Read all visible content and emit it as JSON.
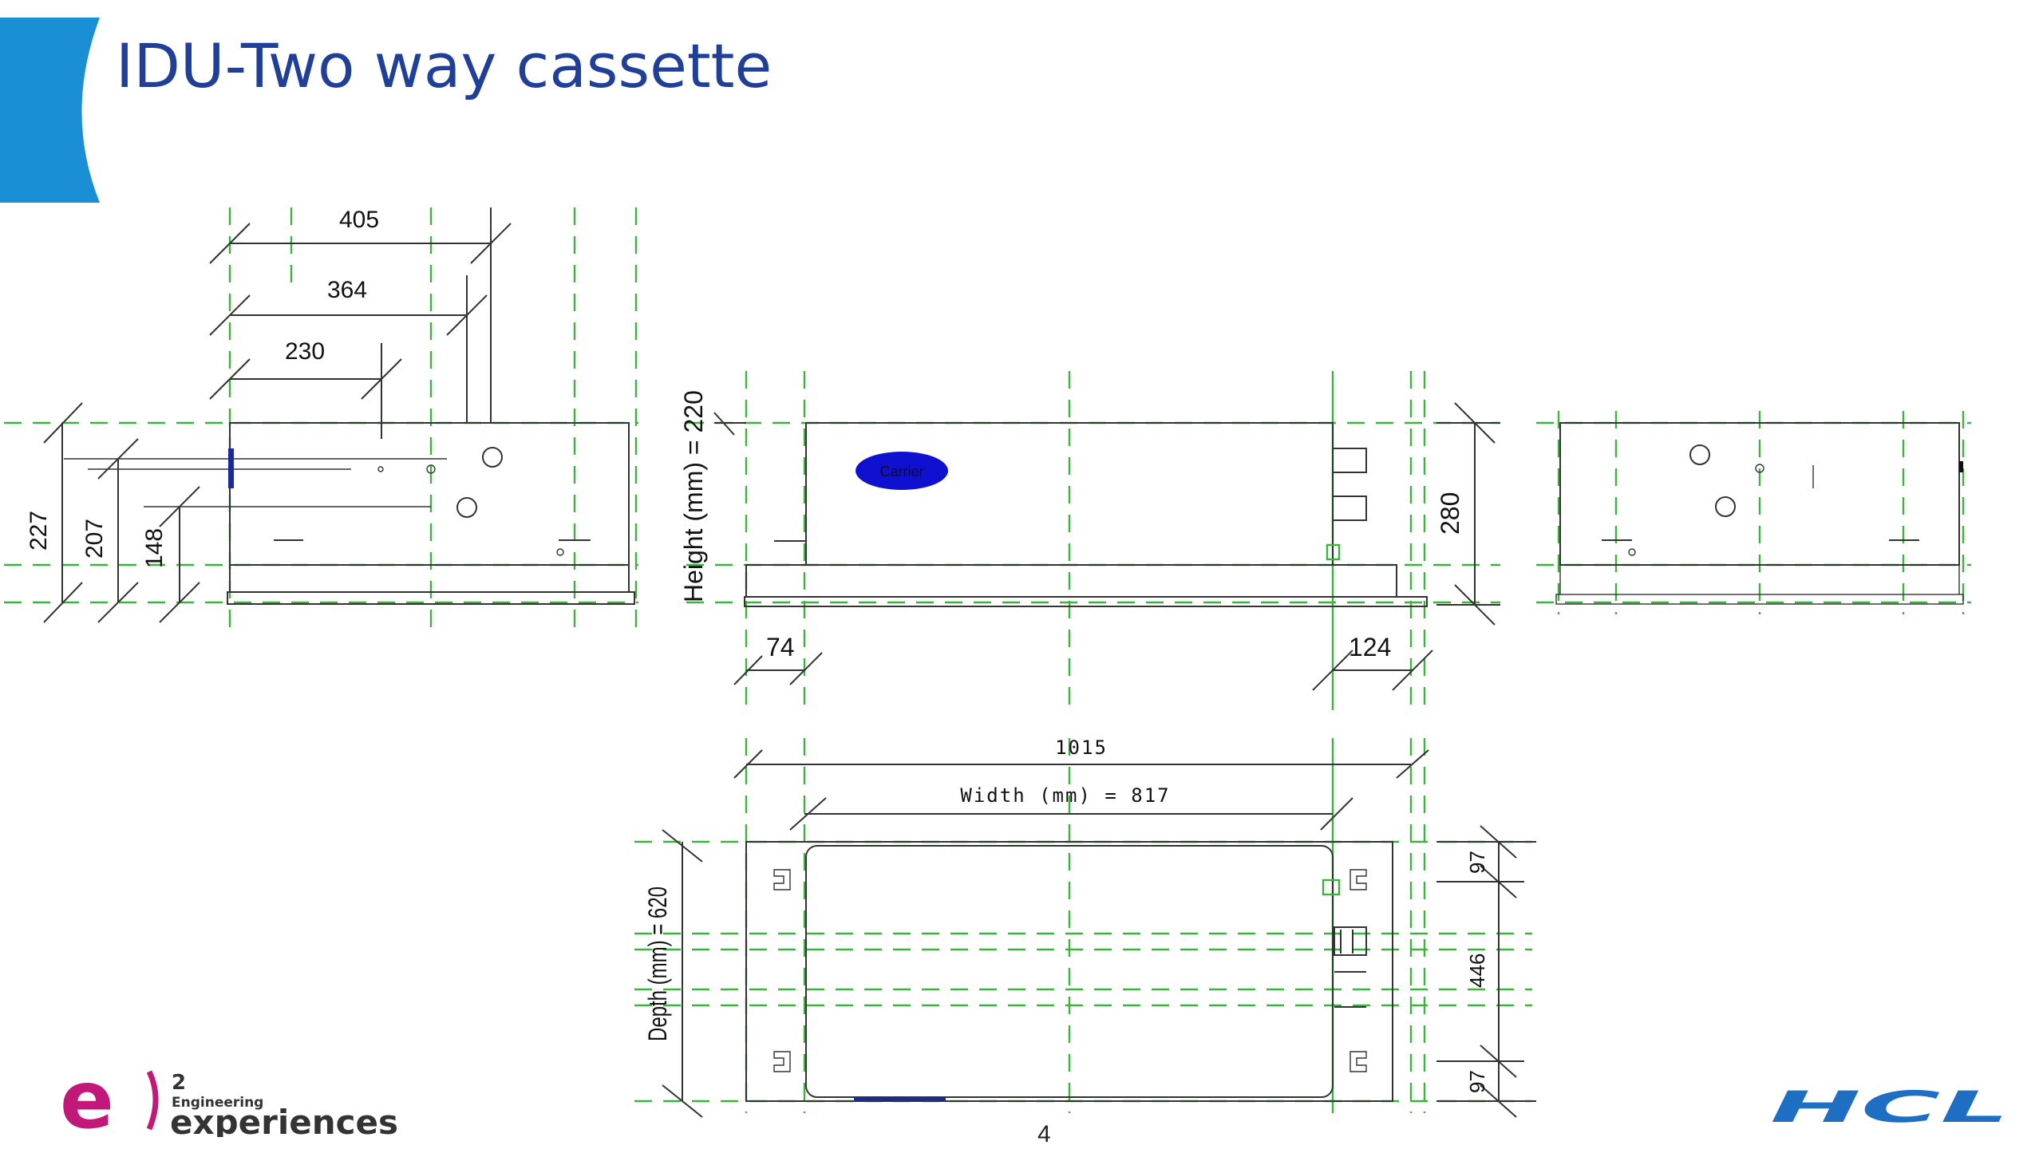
{
  "slide": {
    "title": "IDU-Two way cassette",
    "page_number": "4"
  },
  "side_view": {
    "dimensions_horizontal": [
      "405",
      "364",
      "230"
    ],
    "dimensions_vertical": [
      "227",
      "207",
      "148"
    ]
  },
  "front_view": {
    "height_label": "Height (mm) = 220",
    "right_height": "280",
    "left_offset": "74",
    "right_offset": "124",
    "brand_badge": "Carrier"
  },
  "top_view": {
    "overall_width": "1015",
    "width_label": "Width (mm) = 817",
    "depth_label": "Depth (mm) = 620",
    "right_dims": [
      "97",
      "446",
      "97"
    ]
  },
  "logos": {
    "e2_superscript": "2",
    "e2_small": "Engineering",
    "e2_word": "experiences",
    "hcl": "HCL"
  },
  "colors": {
    "title": "#1f3f99",
    "accent_tab": "#1a8fd6",
    "guide_lines": "#3cb43c",
    "badge": "#1010d0",
    "e2_logo": "#c2187a",
    "hcl_logo": "#1e6fc4"
  }
}
